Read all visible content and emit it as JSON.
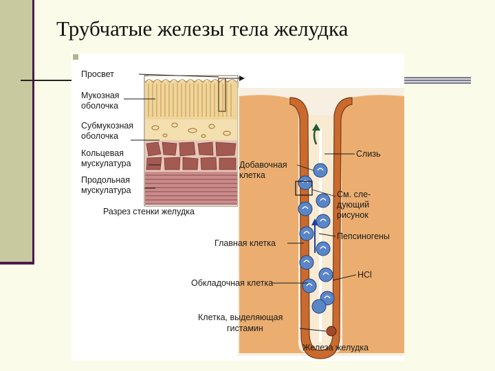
{
  "slide": {
    "title": "Трубчатые железы тела желудка"
  },
  "figure": {
    "caption": "Разрез стенки желудка",
    "wall_labels": {
      "lumen": "Просвет",
      "mucosa_1": "Мукозная",
      "mucosa_2": "оболочка",
      "submucosa_1": "Субмукозная",
      "submucosa_2": "оболочка",
      "circular_1": "Кольцевая",
      "circular_2": "мускулатура",
      "longitudinal_1": "Продольная",
      "longitudinal_2": "мускулатура"
    },
    "gland_labels": {
      "mucus": "Слизь",
      "accessory_1": "Добавочная",
      "accessory_2": "клетка",
      "see_next_1": "См. сле-",
      "see_next_2": "дующий",
      "see_next_3": "рисунок",
      "chief_cell": "Главная клетка",
      "pepsinogens": "Пепсиногены",
      "parietal_cell": "Обкладочная клетка",
      "hcl": "HCl",
      "histamine_1": "Клетка, выделяющая",
      "histamine_2": "гистамин",
      "gland": "Железа желудка"
    }
  },
  "colors": {
    "accent": "#4b1b4b",
    "sidebar": "#c9c9a0",
    "tissue": "#e9a25c",
    "cell": "#5a86c8"
  }
}
